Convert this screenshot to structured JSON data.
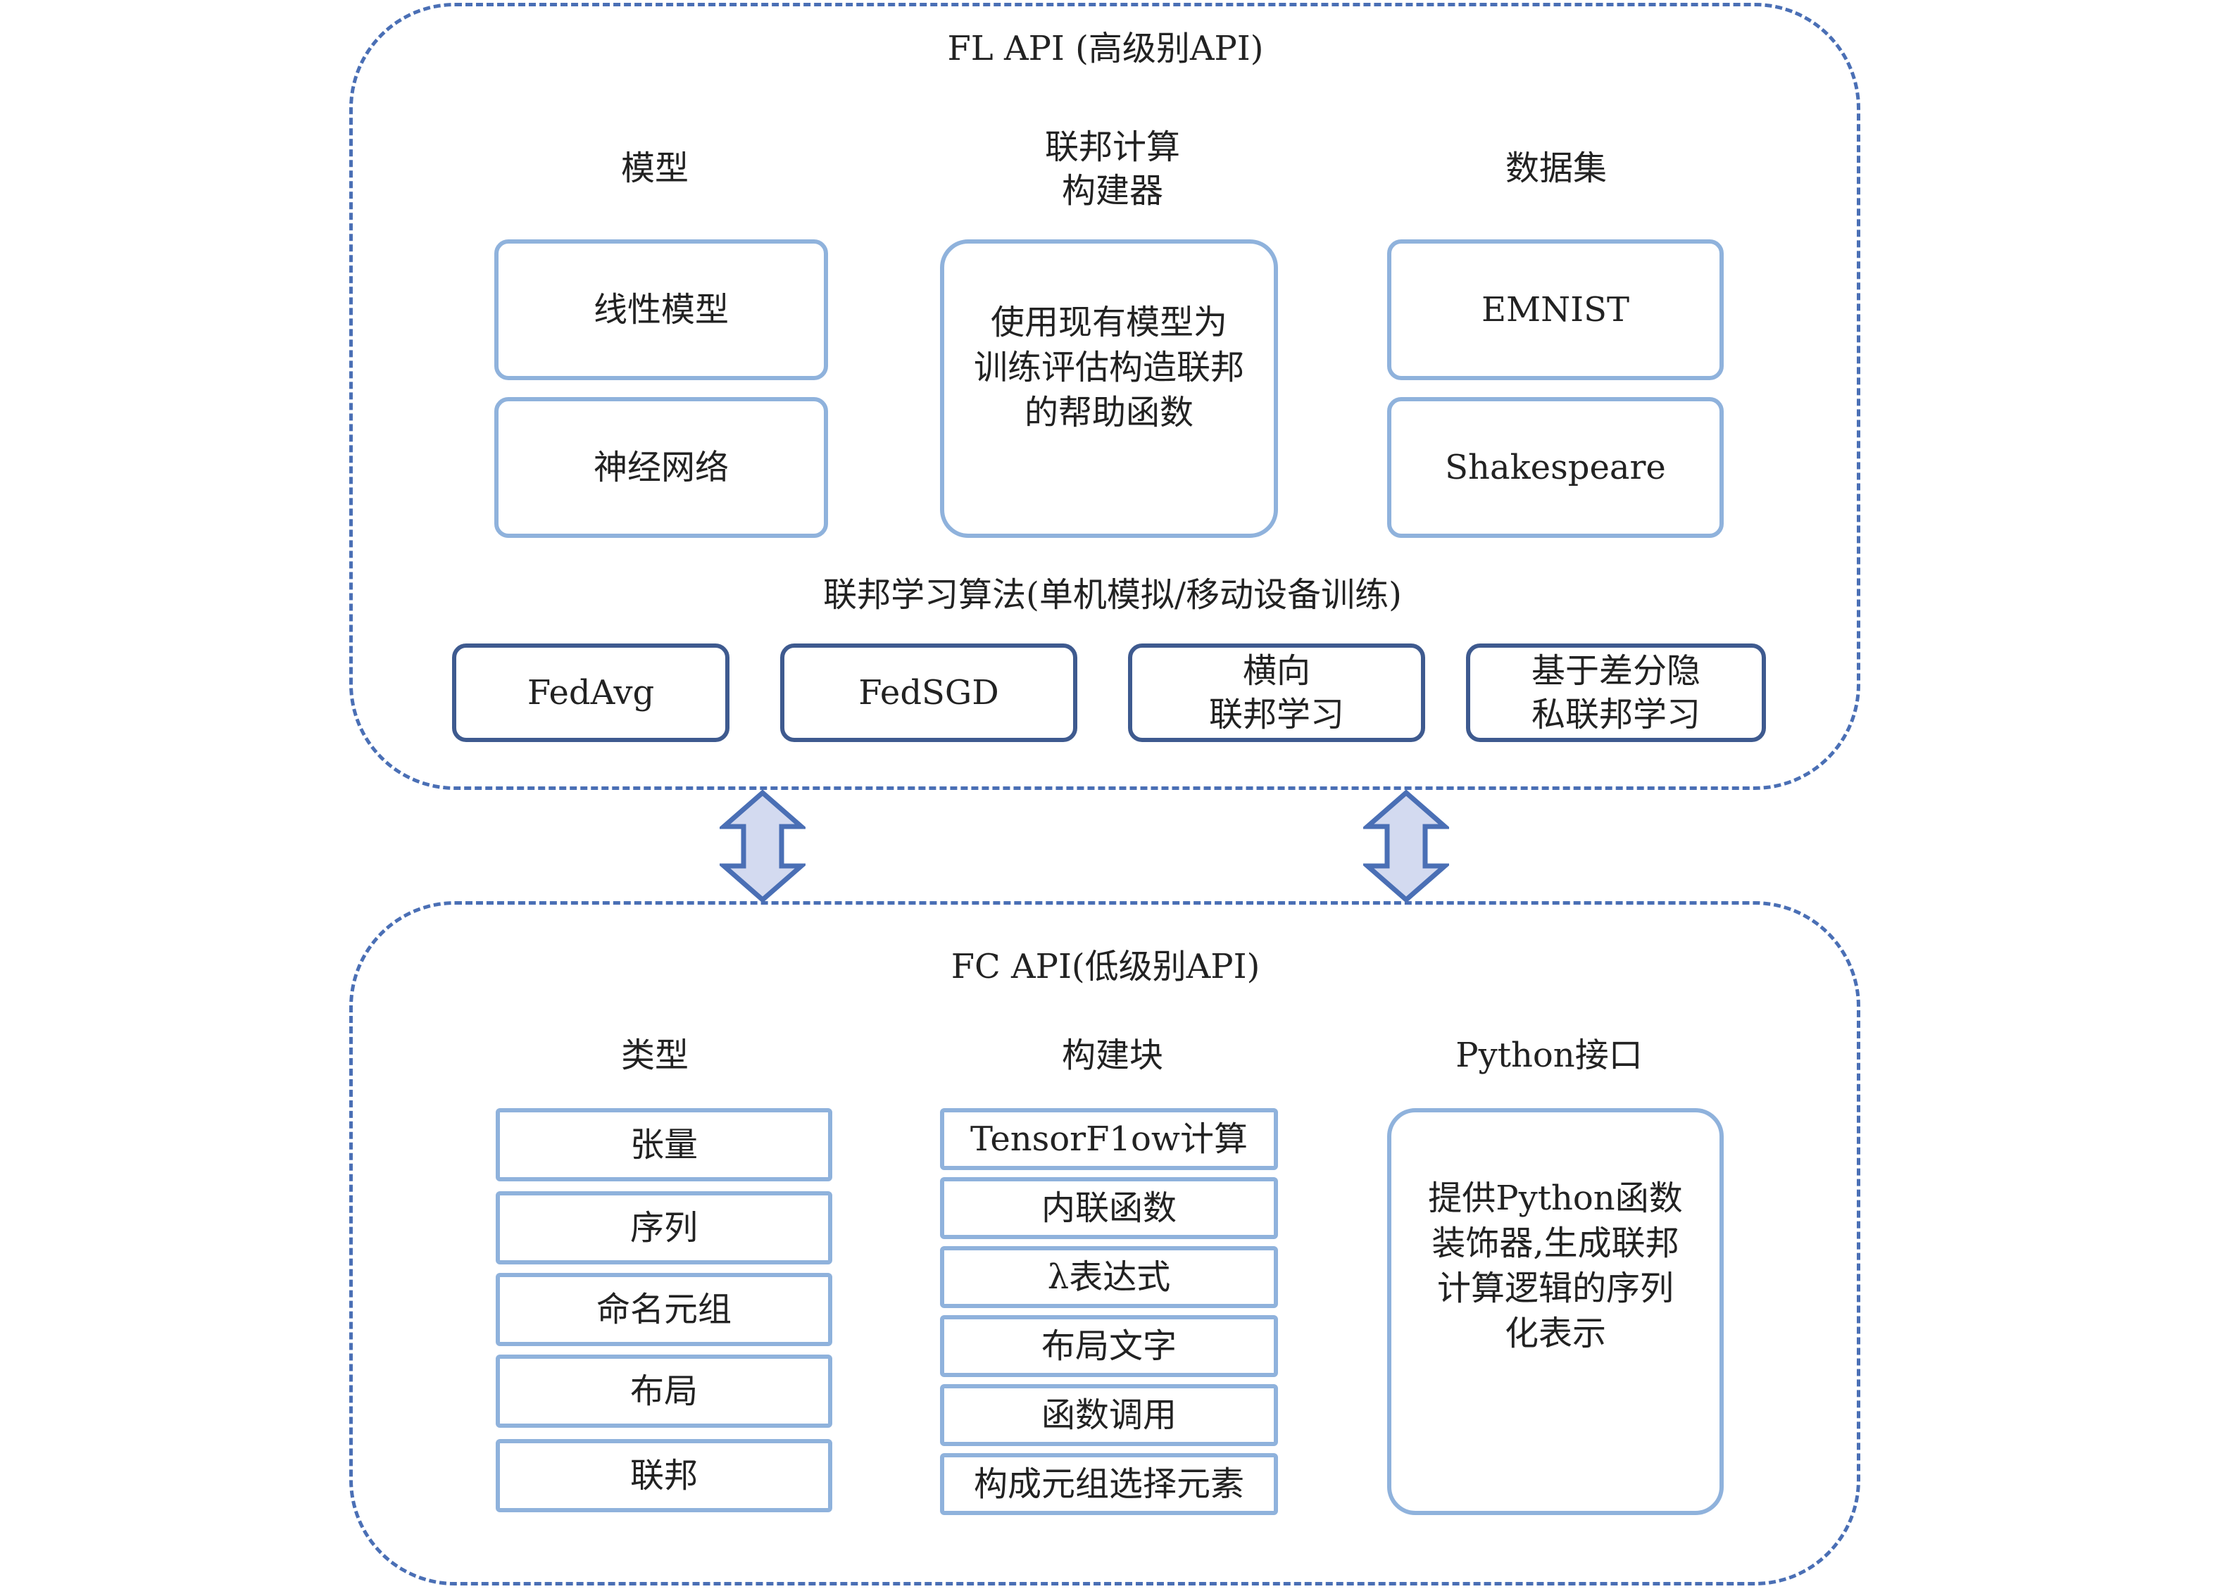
{
  "fl_api": {
    "title": "FL API (高级别API)",
    "models": {
      "heading": "模型",
      "items": [
        "线性模型",
        "神经网络"
      ]
    },
    "builder": {
      "heading": "联邦计算\n构建器",
      "description": "使用现有模型为\n训练评估构造联邦\n的帮助函数"
    },
    "datasets": {
      "heading": "数据集",
      "items": [
        "EMNIST",
        "Shakespeare"
      ]
    },
    "algorithms": {
      "heading": "联邦学习算法(单机模拟/移动设备训练)",
      "items": [
        "FedAvg",
        "FedSGD",
        "横向\n联邦学习",
        "基于差分隐\n私联邦学习"
      ]
    }
  },
  "fc_api": {
    "title": "FC API(低级别API)",
    "types": {
      "heading": "类型",
      "items": [
        "张量",
        "序列",
        "命名元组",
        "布局",
        "联邦"
      ]
    },
    "building_blocks": {
      "heading": "构建块",
      "items": [
        "TensorF1ow计算",
        "内联函数",
        "λ表达式",
        "布局文字",
        "函数调用",
        "构成元组选择元素"
      ]
    },
    "python_interface": {
      "heading": "Python接口",
      "description": "提供Python函数\n装饰器,生成联邦\n计算逻辑的序列\n化表示"
    }
  },
  "colors": {
    "panel_border": "#4a6fb5",
    "box_border_light": "#8fb2dc",
    "box_border_dark": "#3e5a8f",
    "arrow_fill": "#d3daf0",
    "arrow_stroke": "#4a6fb5"
  }
}
